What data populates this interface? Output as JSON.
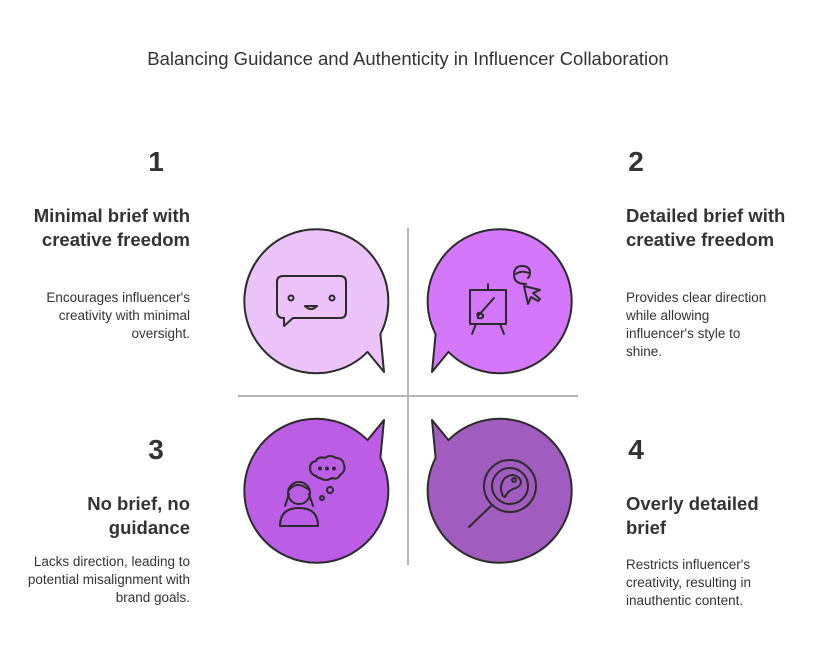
{
  "title": "Balancing Guidance and Authenticity in Influencer Collaboration",
  "colors": {
    "q1": "#ecc3f9",
    "q2": "#d477fb",
    "q3": "#bc5de6",
    "q4": "#a05dbf",
    "stroke": "#2b2b2b",
    "divider": "#b5b5b5"
  },
  "quadrants": [
    {
      "number": "1",
      "heading": "Minimal brief with creative freedom",
      "description": "Encourages influencer's creativity with minimal oversight.",
      "icon": "chat-face-icon"
    },
    {
      "number": "2",
      "heading": "Detailed brief with creative freedom",
      "description": "Provides clear direction while allowing influencer's style to shine.",
      "icon": "easel-artist-icon"
    },
    {
      "number": "3",
      "heading": "No brief, no guidance",
      "description": "Lacks direction, leading to potential misalignment with brand goals.",
      "icon": "person-thinking-icon"
    },
    {
      "number": "4",
      "heading": "Overly detailed brief",
      "description": "Restricts influencer's creativity, resulting in inauthentic content.",
      "icon": "magnifier-icon"
    }
  ]
}
